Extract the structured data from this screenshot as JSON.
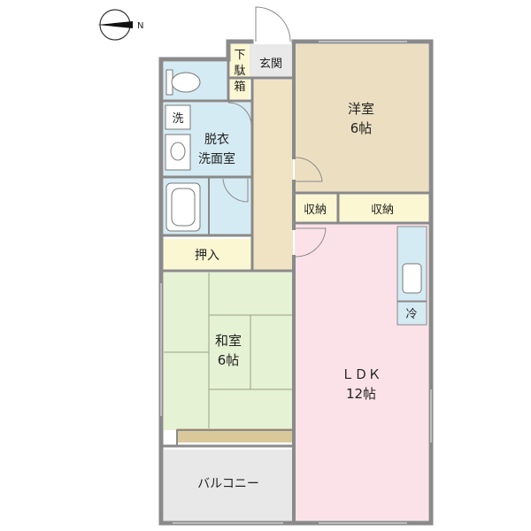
{
  "compass": {
    "label": "N"
  },
  "rooms": {
    "genkan": "玄関",
    "getabako": [
      "下",
      "駄",
      "箱"
    ],
    "sento": "洗",
    "datsui": [
      "脱衣",
      "洗面室"
    ],
    "yoshitsu": {
      "name": "洋室",
      "size": "6帖"
    },
    "shuno_small": "収納",
    "shuno_large": "収納",
    "oshiire": "押入",
    "washitsu": {
      "name": "和室",
      "size": "6帖"
    },
    "ldk": {
      "name": "ＬＤＫ",
      "size": "12帖"
    },
    "rei": "冷",
    "balcony": "バルコニー"
  },
  "colors": {
    "wall": "#8a8a8a",
    "corridor": "#efe3c4",
    "yoshitsu": "#ecdfc1",
    "wet": "#d5ebf3",
    "ldk": "#fbe2e8",
    "washitsu": "#e5f2d3",
    "storage": "#fbf7d2",
    "balcony": "#e8e8e8",
    "genkan": "#e9e9e9",
    "floorband": "#d9c99a"
  }
}
